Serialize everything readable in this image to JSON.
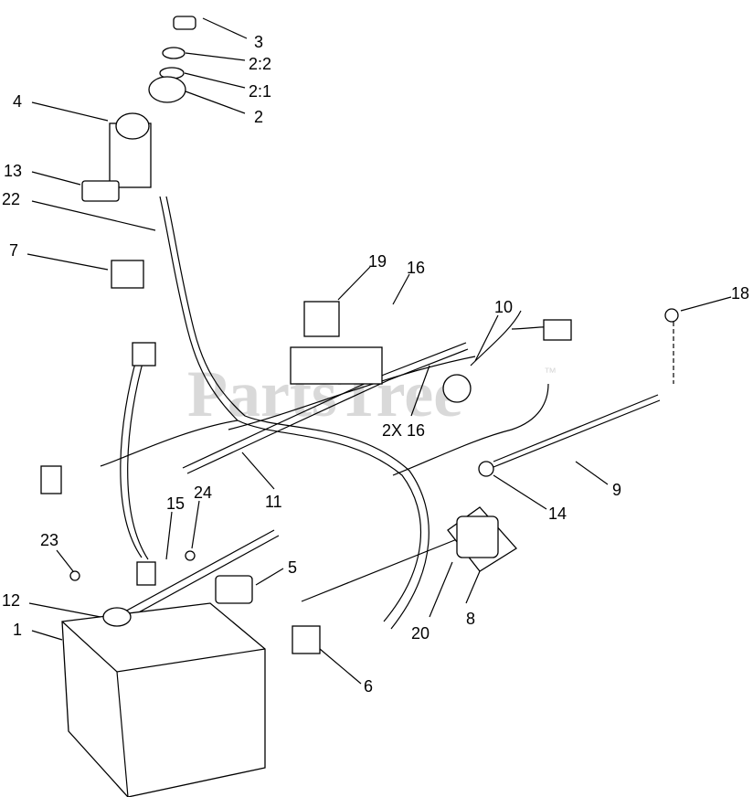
{
  "watermark": {
    "text": "PartsTree",
    "mark": "™"
  },
  "callouts": [
    {
      "id": "c3",
      "text": "3"
    },
    {
      "id": "c2_2",
      "text": "2:2"
    },
    {
      "id": "c2_1",
      "text": "2:1"
    },
    {
      "id": "c2",
      "text": "2"
    },
    {
      "id": "c4",
      "text": "4"
    },
    {
      "id": "c13",
      "text": "13"
    },
    {
      "id": "c22",
      "text": "22"
    },
    {
      "id": "c7",
      "text": "7"
    },
    {
      "id": "c19",
      "text": "19"
    },
    {
      "id": "c16",
      "text": "16"
    },
    {
      "id": "c10",
      "text": "10"
    },
    {
      "id": "c18",
      "text": "18"
    },
    {
      "id": "c2x16",
      "text": "2X 16"
    },
    {
      "id": "c11",
      "text": "11"
    },
    {
      "id": "c9",
      "text": "9"
    },
    {
      "id": "c14",
      "text": "14"
    },
    {
      "id": "c15",
      "text": "15"
    },
    {
      "id": "c24",
      "text": "24"
    },
    {
      "id": "c23",
      "text": "23"
    },
    {
      "id": "c5",
      "text": "5"
    },
    {
      "id": "c12",
      "text": "12"
    },
    {
      "id": "c1",
      "text": "1"
    },
    {
      "id": "c8",
      "text": "8"
    },
    {
      "id": "c20",
      "text": "20"
    },
    {
      "id": "c6",
      "text": "6"
    }
  ]
}
